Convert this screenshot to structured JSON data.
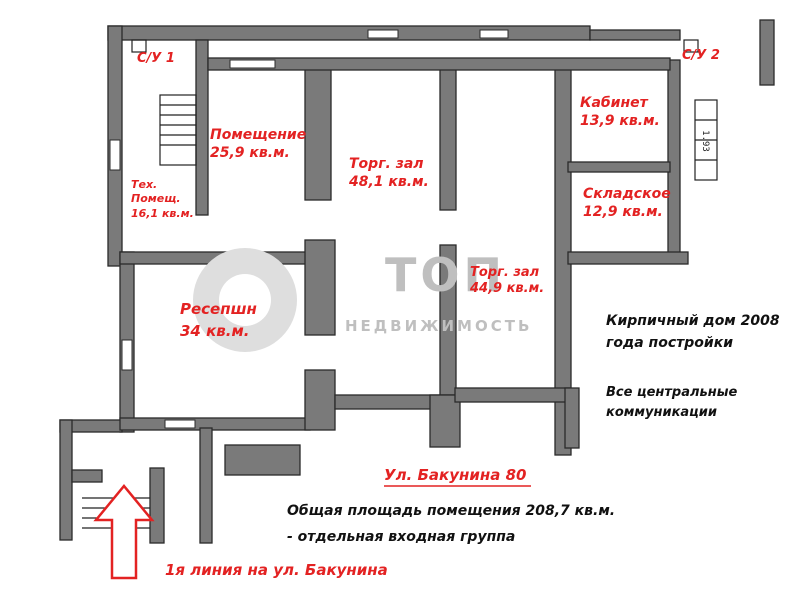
{
  "rooms": {
    "wc1": "С/У 1",
    "wc2": "С/У 2",
    "office": [
      "Кабинет",
      "13,9 кв.м."
    ],
    "storage": [
      "Складское",
      "12,9 кв.м."
    ],
    "room": [
      "Помещение",
      "25,9 кв.м."
    ],
    "tech": [
      "Тех.",
      "Помещ.",
      "16,1 кв.м."
    ],
    "hall1": [
      "Торг. зал",
      "48,1 кв.м."
    ],
    "hall2": [
      "Торг. зал",
      "44,9 кв.м."
    ],
    "reception": [
      "Ресепшн",
      "34 кв.м."
    ]
  },
  "watermark": {
    "line1": "ТОП",
    "line2": "НЕДВИЖИМОСТЬ"
  },
  "dimension": "1.93",
  "notes": {
    "building": [
      "Кирпичный дом 2008",
      "года постройки"
    ],
    "utilities": [
      "Все центральные",
      "коммуникации"
    ],
    "address": "Ул. Бакунина 80",
    "area": "Общая площадь помещения 208,7 кв.м.",
    "entrance": "- отдельная входная группа",
    "first_line": "1я линия на ул. Бакунина"
  },
  "colors": {
    "accent": "#e32222",
    "wall": "#7a7a7a",
    "wall_edge": "#2a2a2a",
    "watermark": "#bfbfbf"
  }
}
